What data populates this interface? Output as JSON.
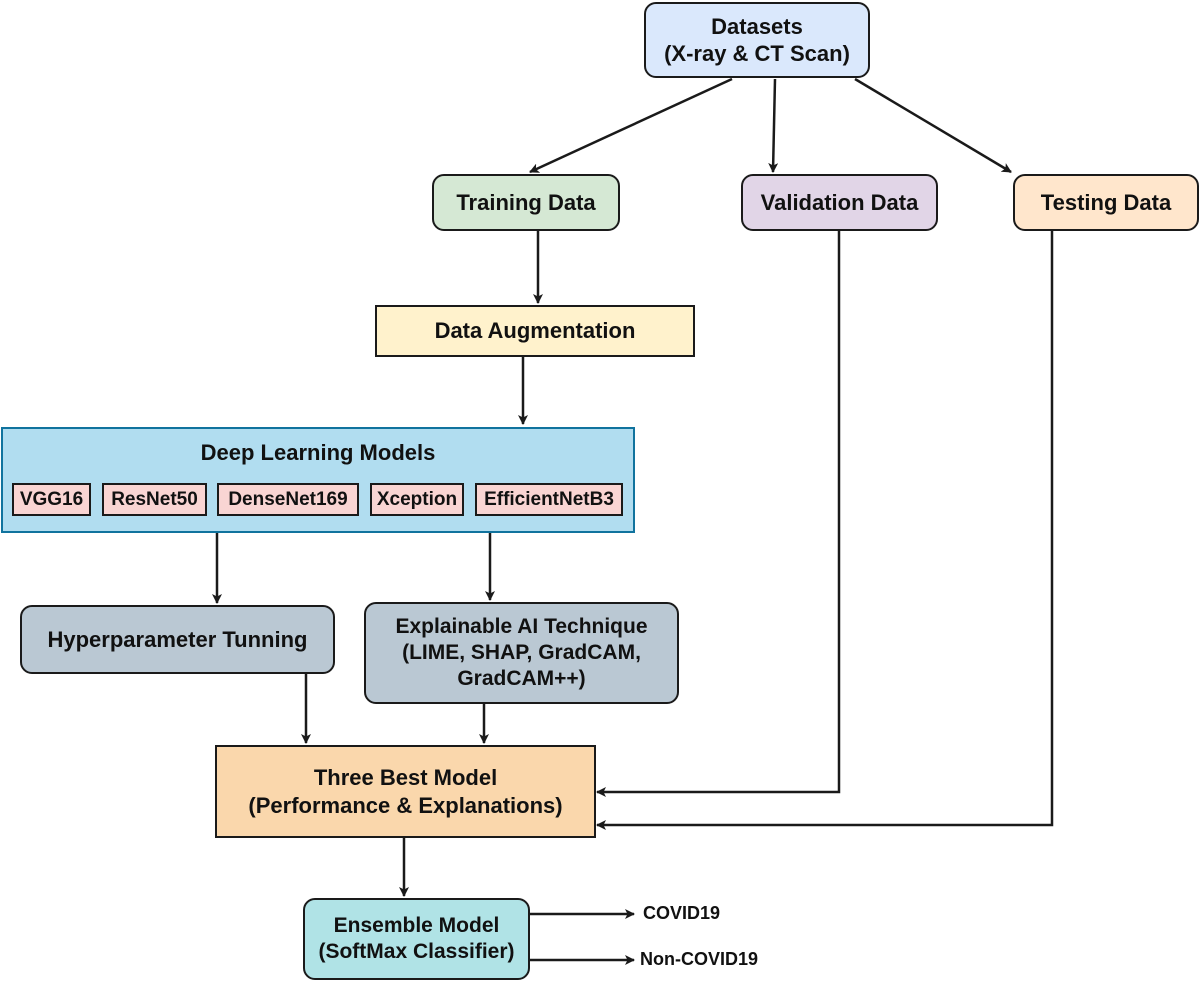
{
  "colors": {
    "datasets": "#dae8fc",
    "training": "#d5e8d4",
    "validation": "#e1d5e7",
    "testing": "#ffe6cc",
    "augmentation": "#fff2cc",
    "deep_learning": "#b1ddf0",
    "deep_learning_border": "#10739e",
    "model_chip": "#f9d5d3",
    "grey_box": "#bac8d3",
    "best_model": "#fad7ac",
    "ensemble": "#b0e3e6",
    "arrow": "#1a1a1a"
  },
  "nodes": {
    "datasets": {
      "line1": "Datasets",
      "line2": "(X-ray & CT Scan)"
    },
    "training": {
      "label": "Training Data"
    },
    "validation": {
      "label": "Validation Data"
    },
    "testing": {
      "label": "Testing Data"
    },
    "augmentation": {
      "label": "Data Augmentation"
    },
    "deep_learning": {
      "title": "Deep Learning Models",
      "models": [
        "VGG16",
        "ResNet50",
        "DenseNet169",
        "Xception",
        "EfficientNetB3"
      ]
    },
    "hyperparameter": {
      "label": "Hyperparameter Tunning"
    },
    "xai": {
      "line1": "Explainable AI Technique",
      "line2": "(LIME, SHAP, GradCAM,",
      "line3": "GradCAM++)"
    },
    "best_model": {
      "line1": "Three Best Model",
      "line2": "(Performance & Explanations)"
    },
    "ensemble": {
      "line1": "Ensemble Model",
      "line2": "(SoftMax Classifier)"
    }
  },
  "outputs": [
    "COVID19",
    "Non-COVID19"
  ]
}
